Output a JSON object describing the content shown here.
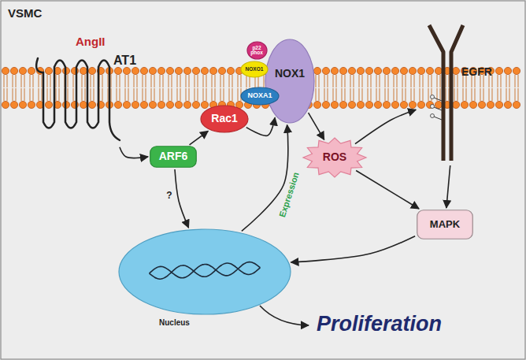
{
  "diagram": {
    "nodes": [
      {
        "text": [
          "AT1"
        ]
      },
      {
        "text": [
          "ARF6"
        ]
      },
      {
        "text": [
          "Rac1"
        ]
      },
      {
        "text": [
          "NOX1"
        ]
      },
      {
        "text": [
          "p22 phox"
        ]
      },
      {
        "text": [
          "NOXO1"
        ]
      },
      {
        "text": [
          "NOXA1"
        ]
      },
      {
        "text": [
          "ROS"
        ]
      },
      {
        "text": [
          "EGFR"
        ]
      },
      {
        "text": [
          "MAPK"
        ]
      },
      {
        "text": [
          "Nucleus"
        ]
      }
    ],
    "edges": [
      {
        "from": 0,
        "to": 1,
        "arrow": "to"
      },
      {
        "from": 1,
        "to": 2,
        "arrow": "to"
      },
      {
        "from": 2,
        "to": 3,
        "arrow": "to"
      },
      {
        "from": 1,
        "to": 10,
        "label": "?",
        "arrow": "to"
      },
      {
        "from": 10,
        "to": 3,
        "label": "Expression",
        "arrow": "to"
      },
      {
        "from": 3,
        "to": 7,
        "arrow": "to"
      },
      {
        "from": 7,
        "to": 8,
        "arrow": "to"
      },
      {
        "from": 7,
        "to": 9,
        "arrow": "to"
      },
      {
        "from": 8,
        "to": 9,
        "arrow": "to"
      },
      {
        "from": 9,
        "to": 10,
        "arrow": "to"
      }
    ],
    "labels": [
      "VSMC",
      "AngII",
      "Proliferation"
    ]
  }
}
